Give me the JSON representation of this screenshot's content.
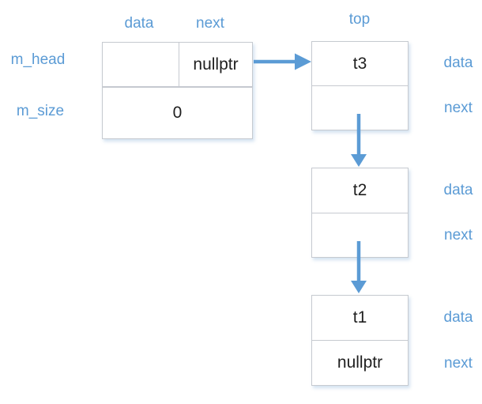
{
  "colors": {
    "accent_blue": "#5b9bd5",
    "box_border": "#c6cad0",
    "value_text": "#1f1f1f",
    "background": "#ffffff"
  },
  "member_table": {
    "column_headers": {
      "data": "data",
      "next": "next"
    },
    "rows": [
      {
        "label": "m_head",
        "data_value": "",
        "next_value": "nullptr"
      },
      {
        "label": "m_size",
        "value": "0"
      }
    ]
  },
  "stack": {
    "top_label": "top",
    "nodes": [
      {
        "data_value": "t3",
        "next_value": "",
        "data_label": "data",
        "next_label": "next"
      },
      {
        "data_value": "t2",
        "next_value": "",
        "data_label": "data",
        "next_label": "next"
      },
      {
        "data_value": "t1",
        "next_value": "nullptr",
        "data_label": "data",
        "next_label": "next"
      }
    ]
  }
}
